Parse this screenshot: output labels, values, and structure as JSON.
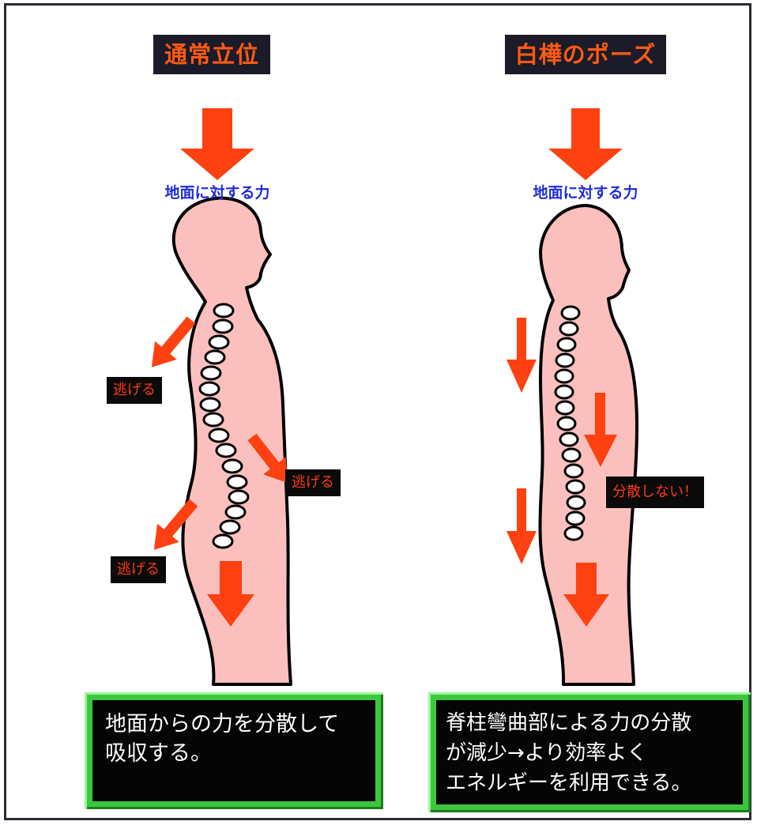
{
  "left": {
    "title": "通常立位",
    "force_label": "地面に対する力",
    "tags": [
      "逃げる",
      "逃げる",
      "逃げる"
    ],
    "caption_lines": [
      "地面からの力を分散して",
      "吸収する。"
    ]
  },
  "right": {
    "title": "白樺のポーズ",
    "force_label": "地面に対する力",
    "tag": "分散しない！",
    "caption_lines": [
      "脊柱彎曲部による力の分散",
      "が減少→より効率よく",
      "エネルギーを利用できる。"
    ]
  },
  "colors": {
    "body_fill": "#fbc0be",
    "arrow": "#ff4010",
    "label_blue": "#1f2cd6",
    "box_green": "#3cc83c"
  }
}
